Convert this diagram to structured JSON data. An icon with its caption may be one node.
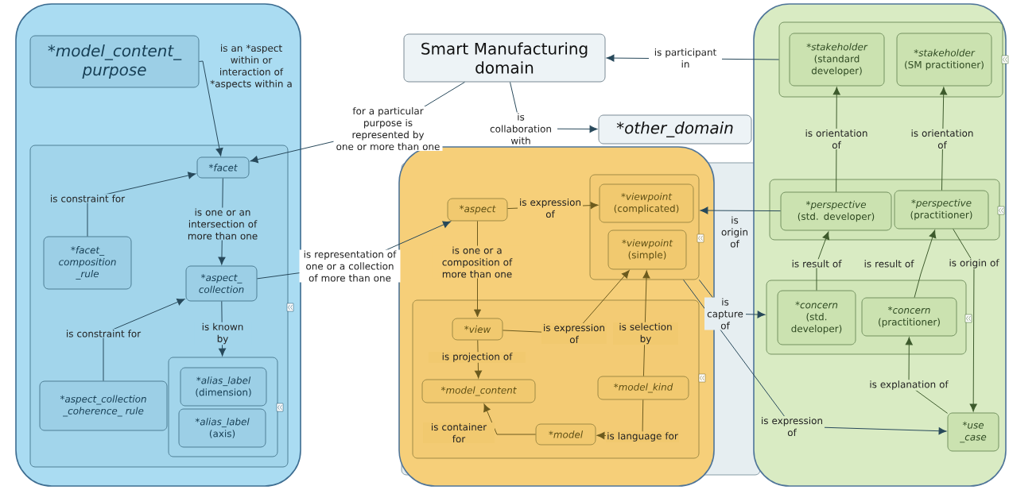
{
  "diagram": {
    "nodes": [
      {
        "text": [],
        "shape": "box"
      },
      {
        "text": [
          "*model_content_ purpose"
        ],
        "in": 0
      },
      {
        "text": [],
        "shape": "box",
        "in": 0
      },
      {
        "text": [
          "*facet"
        ],
        "in": 2
      },
      {
        "text": [
          "*facet_ composition _rule"
        ],
        "in": 2
      },
      {
        "text": [
          "*aspect_ collection"
        ],
        "in": 2
      },
      {
        "text": [
          "*aspect_collection _coherence_ rule"
        ],
        "in": 2
      },
      {
        "text": [],
        "shape": "box",
        "in": 2
      },
      {
        "text": [
          "*alias_label",
          "(dimension)"
        ],
        "in": 7
      },
      {
        "text": [
          "*alias_label",
          "(axis)"
        ],
        "in": 7
      },
      {
        "text": [
          "Smart Manufacturing domain"
        ]
      },
      {
        "text": [
          "*other_domain"
        ]
      },
      {
        "text": [],
        "shape": "box"
      },
      {
        "text": [
          "*aspect"
        ],
        "in": 12
      },
      {
        "text": [],
        "shape": "box",
        "in": 12
      },
      {
        "text": [
          "*viewpoint",
          "(complicated)"
        ],
        "in": 14
      },
      {
        "text": [
          "*viewpoint",
          "(simple)"
        ],
        "in": 14
      },
      {
        "text": [],
        "shape": "box",
        "in": 12
      },
      {
        "text": [
          "*view"
        ],
        "in": 17
      },
      {
        "text": [
          "*model_content"
        ],
        "in": 17
      },
      {
        "text": [
          "*model_kind"
        ],
        "in": 17
      },
      {
        "text": [
          "*model"
        ],
        "in": 17
      },
      {
        "text": [],
        "shape": "box"
      },
      {
        "text": [],
        "shape": "box",
        "in": 22
      },
      {
        "text": [
          "*stakeholder",
          "(standard developer)"
        ],
        "in": 23
      },
      {
        "text": [
          "*stakeholder",
          "(SM practitioner)"
        ],
        "in": 23
      },
      {
        "text": [],
        "shape": "box",
        "in": 22
      },
      {
        "text": [
          "*perspective",
          "(std. developer)"
        ],
        "in": 26
      },
      {
        "text": [
          "*perspective",
          "(practitioner)"
        ],
        "in": 26
      },
      {
        "text": [],
        "shape": "box",
        "in": 22
      },
      {
        "text": [
          "*concern",
          "(std. developer)"
        ],
        "in": 29
      },
      {
        "text": [
          "*concern",
          "(practitioner)"
        ],
        "in": 29
      },
      {
        "text": [
          "*use _case"
        ],
        "in": 22
      }
    ],
    "edges": [
      {
        "from": 1,
        "to": 3,
        "arrow": "to",
        "label": "is an *aspect within or interaction of *aspects within a"
      },
      {
        "from": 10,
        "to": 3,
        "arrow": "to",
        "label": "for a particular purpose is represented by one or more than one"
      },
      {
        "from": 10,
        "to": 11,
        "arrow": "to",
        "label": "is collaboration with"
      },
      {
        "from": 23,
        "to": 10,
        "arrow": "to",
        "label": "is participant in"
      },
      {
        "from": 4,
        "to": 3,
        "arrow": "to",
        "label": "is constraint for"
      },
      {
        "from": 3,
        "to": 5,
        "arrow": "to",
        "label": "is one or an intersection of more than one"
      },
      {
        "from": 6,
        "to": 5,
        "arrow": "to",
        "label": "is constraint for"
      },
      {
        "from": 5,
        "to": 7,
        "arrow": "to",
        "label": "is known by"
      },
      {
        "from": 5,
        "to": 13,
        "arrow": "to",
        "label": "is representation of one or a collection of more than one"
      },
      {
        "from": 13,
        "to": 15,
        "arrow": "to",
        "label": "is expression of",
        "color": "#6b5a1e"
      },
      {
        "from": 13,
        "to": 18,
        "arrow": "to",
        "label": "is one or a composition of more than one",
        "color": "#6b5a1e"
      },
      {
        "from": 18,
        "to": 16,
        "arrow": "to",
        "label": "is expression of",
        "color": "#6b5a1e"
      },
      {
        "from": 20,
        "to": 16,
        "arrow": "to",
        "label": "is selection by",
        "color": "#6b5a1e"
      },
      {
        "from": 18,
        "to": 19,
        "arrow": "to",
        "label": "is projection of",
        "color": "#6b5a1e"
      },
      {
        "from": 21,
        "to": 19,
        "arrow": "to",
        "label": "is container for",
        "color": "#6b5a1e"
      },
      {
        "from": 20,
        "to": 21,
        "arrow": "to",
        "label": "is language for",
        "color": "#6b5a1e"
      },
      {
        "from": 27,
        "to": 14,
        "arrow": "to",
        "label": "is origin of"
      },
      {
        "from": 14,
        "to": 29,
        "arrow": "to",
        "label": "is capture of"
      },
      {
        "from": 14,
        "to": 32,
        "arrow": "to",
        "label": "is expression of"
      },
      {
        "from": 27,
        "to": 24,
        "arrow": "to",
        "label": "is orientation of",
        "color": "#3d5a2c"
      },
      {
        "from": 28,
        "to": 25,
        "arrow": "to",
        "label": "is orientation of",
        "color": "#3d5a2c"
      },
      {
        "from": 30,
        "to": 27,
        "arrow": "to",
        "label": "is result of",
        "color": "#3d5a2c"
      },
      {
        "from": 31,
        "to": 28,
        "arrow": "to",
        "label": "is result of",
        "color": "#3d5a2c"
      },
      {
        "from": 28,
        "to": 32,
        "arrow": "to",
        "label": "is origin of",
        "color": "#3d5a2c"
      },
      {
        "from": 32,
        "to": 31,
        "arrow": "to",
        "label": "is explanation of",
        "color": "#3d5a2c"
      }
    ]
  }
}
